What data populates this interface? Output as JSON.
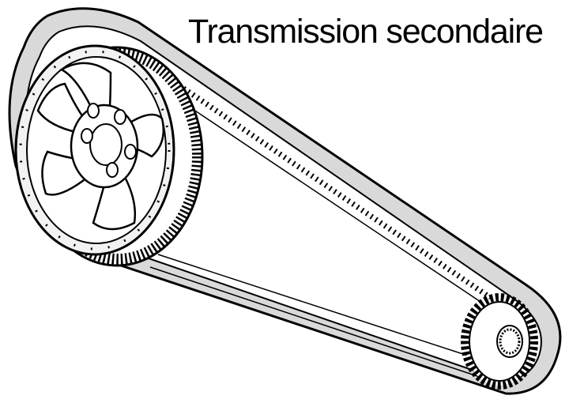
{
  "title": "Transmission secondaire",
  "colors": {
    "ink": "#000000",
    "belt": "#d9d9d9",
    "metal": "#f2f2f2",
    "background": "#ffffff"
  },
  "parts": [
    "belt",
    "rear-pulley",
    "front-sprocket"
  ]
}
